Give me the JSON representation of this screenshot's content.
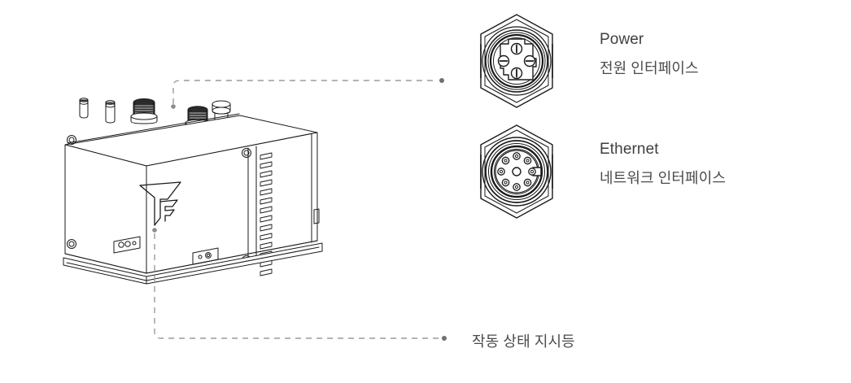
{
  "diagram": {
    "title": "Device connector callout diagram",
    "background_color": "#ffffff",
    "line_color": "#1a1a1a",
    "leader_color": "#8c8c8c",
    "text_color": "#4a4a4a"
  },
  "product": {
    "name": "sensor-enclosure",
    "logo_name": "f-triangle-logo",
    "top_connectors": 5,
    "vent_slots": 14
  },
  "callouts": [
    {
      "icon_name": "power-connector-icon",
      "title": "Power",
      "subtitle": "전원 인터페이스",
      "pins": 4
    },
    {
      "icon_name": "ethernet-connector-icon",
      "title": "Ethernet",
      "subtitle": "네트워크 인터페이스",
      "pins": 9
    }
  ],
  "status_label": {
    "icon_name": "status-indicator-leader",
    "text": "작동 상태 지시등"
  }
}
